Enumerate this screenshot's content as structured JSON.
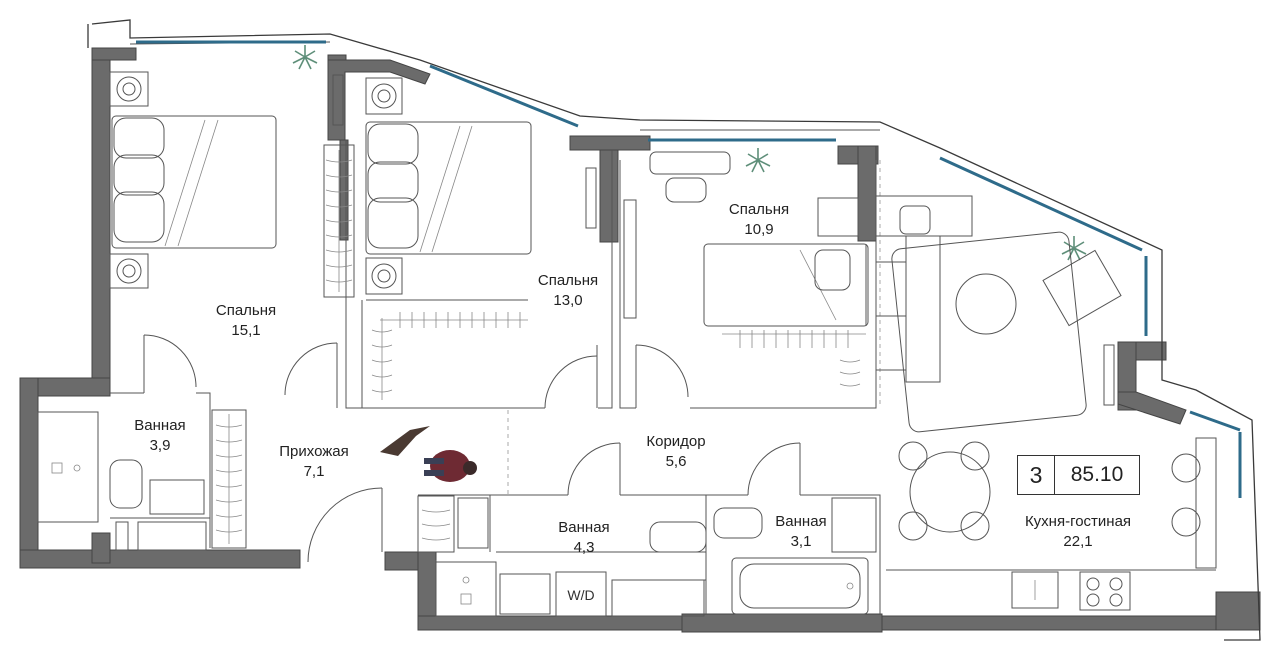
{
  "rooms": [
    {
      "id": "bedroom-1",
      "name": "Спальня",
      "area": "15,1"
    },
    {
      "id": "bedroom-2",
      "name": "Спальня",
      "area": "13,0"
    },
    {
      "id": "bedroom-3",
      "name": "Спальня",
      "area": "10,9"
    },
    {
      "id": "bathroom-1",
      "name": "Ванная",
      "area": "3,9"
    },
    {
      "id": "hallway",
      "name": "Прихожая",
      "area": "7,1"
    },
    {
      "id": "corridor",
      "name": "Коридор",
      "area": "5,6"
    },
    {
      "id": "bathroom-2",
      "name": "Ванная",
      "area": "4,3"
    },
    {
      "id": "bathroom-3",
      "name": "Ванная",
      "area": "3,1"
    },
    {
      "id": "kitchen-living",
      "name": "Кухня-гостиная",
      "area": "22,1"
    }
  ],
  "badge": {
    "rooms": "3",
    "total_area": "85.10"
  },
  "appliance_label": "W/D",
  "colors": {
    "wall": "#6b6b6b",
    "window": "#2e6b8a",
    "line": "#3a3a3a",
    "plant": "#5f8f7a",
    "person": "#6e2a33"
  }
}
